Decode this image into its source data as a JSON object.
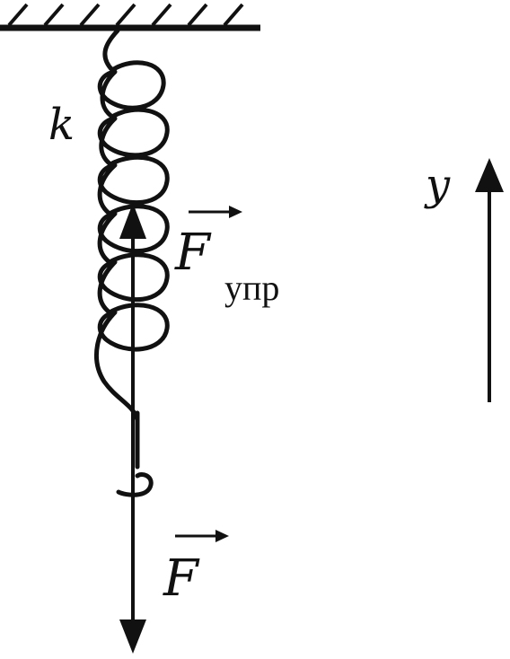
{
  "spring": {
    "label": "k"
  },
  "forces": {
    "elastic": {
      "symbol": "F",
      "subscript": "упр",
      "direction": "up"
    },
    "applied": {
      "symbol": "F",
      "direction": "down"
    }
  },
  "axis": {
    "label": "y",
    "direction": "up"
  },
  "colors": {
    "ink": "#111111",
    "background": "#ffffff"
  }
}
